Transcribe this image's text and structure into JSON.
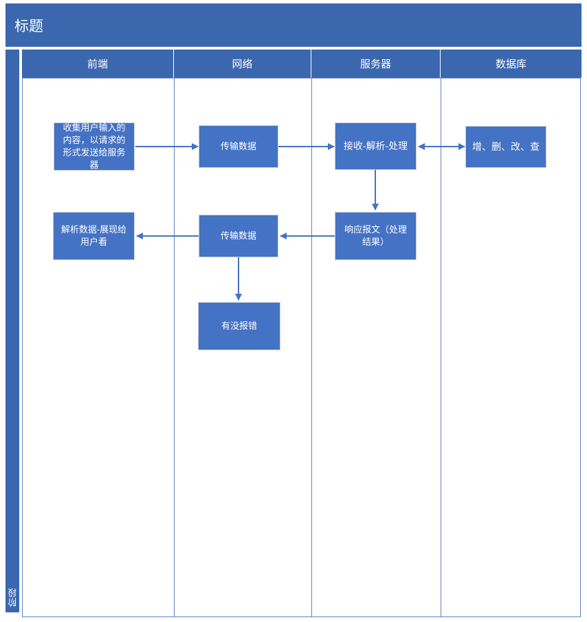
{
  "diagram": {
    "title": "标题",
    "phase_label": "阶段",
    "lanes": [
      {
        "label": "前端"
      },
      {
        "label": "网络"
      },
      {
        "label": "服务器"
      },
      {
        "label": "数据库"
      }
    ],
    "nodes": [
      {
        "id": "collect-input",
        "lane": "前端",
        "label": "收集用户输入的内容，以请求的形式发送给服务器"
      },
      {
        "id": "transmit-data-1",
        "lane": "网络",
        "label": "传输数据"
      },
      {
        "id": "receive-parse-process",
        "lane": "服务器",
        "label": "接收-解析-处理"
      },
      {
        "id": "crud",
        "lane": "数据库",
        "label": "增、删、改、查"
      },
      {
        "id": "response-message",
        "lane": "服务器",
        "label": "响应报文（处理结果）"
      },
      {
        "id": "transmit-data-2",
        "lane": "网络",
        "label": "传输数据"
      },
      {
        "id": "parse-display",
        "lane": "前端",
        "label": "解析数据-展现给用户看"
      },
      {
        "id": "any-errors",
        "lane": "网络",
        "label": "有没报错"
      }
    ],
    "edges": [
      {
        "from": "collect-input",
        "to": "transmit-data-1",
        "arrow": "forward"
      },
      {
        "from": "transmit-data-1",
        "to": "receive-parse-process",
        "arrow": "forward"
      },
      {
        "from": "receive-parse-process",
        "to": "crud",
        "arrow": "both"
      },
      {
        "from": "receive-parse-process",
        "to": "response-message",
        "arrow": "forward"
      },
      {
        "from": "response-message",
        "to": "transmit-data-2",
        "arrow": "forward"
      },
      {
        "from": "transmit-data-2",
        "to": "parse-display",
        "arrow": "forward"
      },
      {
        "from": "transmit-data-2",
        "to": "any-errors",
        "arrow": "forward"
      }
    ],
    "colors": {
      "bar_blue": "#3B67AE",
      "node_blue": "#4472C4",
      "arrow_blue": "#4472C4",
      "lane_line": "#5D81C1",
      "node_border": "#C9CFDC",
      "text_white": "#FFFFFF"
    }
  }
}
